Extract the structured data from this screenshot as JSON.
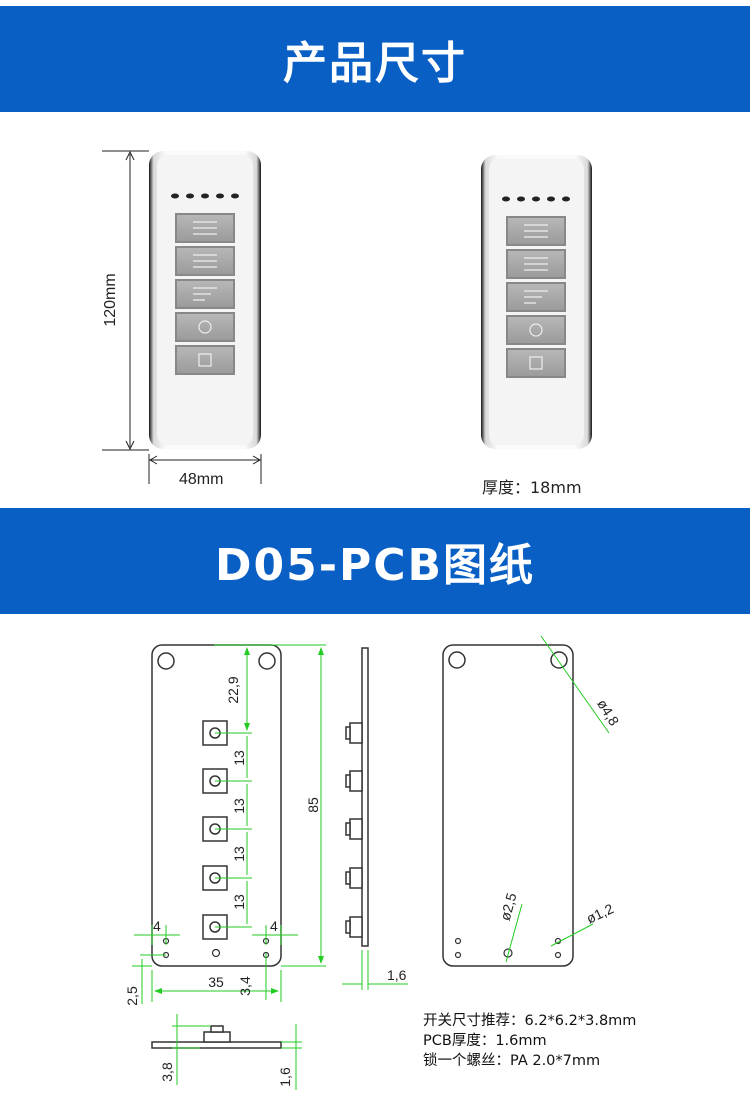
{
  "sections": {
    "size_title": "产品尺寸",
    "pcb_title": "D05-PCB图纸"
  },
  "product": {
    "height_label": "120mm",
    "width_label": "48mm",
    "thickness_label": "厚度：18mm"
  },
  "pcb_dims": {
    "top_offset": "22,9",
    "pitch_1": "13",
    "pitch_2": "13",
    "pitch_3": "13",
    "pitch_4": "13",
    "length": "85",
    "left_edge": "4",
    "right_edge": "4",
    "width": "35",
    "bottom_hole": "3,4",
    "bottom_margin": "2,5",
    "side_thickness": "1,6",
    "big_hole": "ø4,8",
    "mid_hole": "ø2,5",
    "small_hole": "ø1,2",
    "switch_height": "3,8",
    "board_thickness": "1,6"
  },
  "notes": [
    "开关尺寸推荐：6.2*6.2*3.8mm",
    "PCB厚度：1.6mm",
    "锁一个螺丝：PA 2.0*7mm"
  ],
  "colors": {
    "banner": "#0a5fc4",
    "dimension": "#22cc22"
  }
}
